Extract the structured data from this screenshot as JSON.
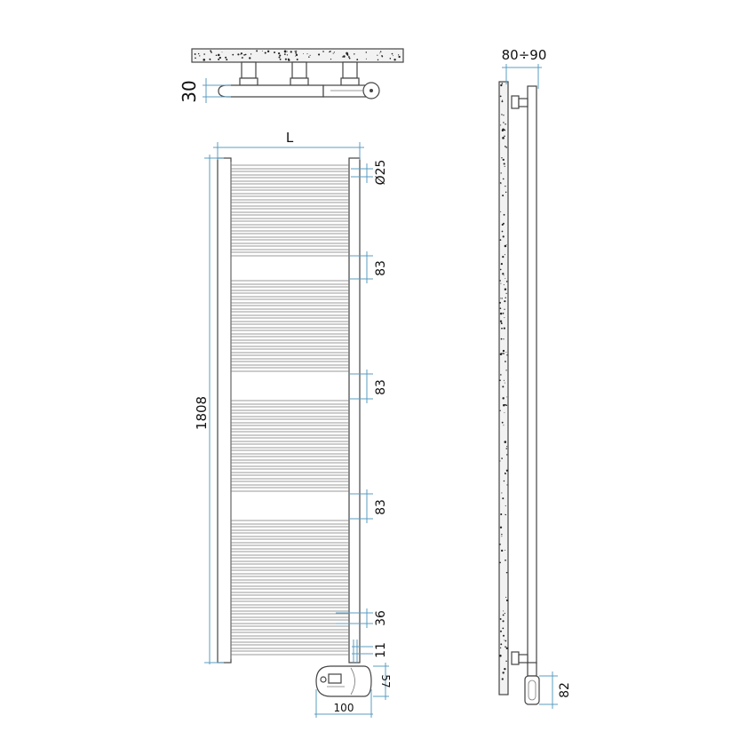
{
  "dimensions": {
    "pipe_offset": "30",
    "width": "L",
    "tube_diameter": "Ø25",
    "bar_gap_1": "83",
    "bar_gap_2": "83",
    "bar_gap_3": "83",
    "height": "1808",
    "bottom_bar_spacing": "36",
    "bottom_offset": "11",
    "element_height": "57",
    "element_width": "100",
    "wall_distance": "80÷90",
    "heater_length": "82"
  },
  "colors": {
    "dimension_lines": "#5b9cc0",
    "outline": "#444444"
  }
}
